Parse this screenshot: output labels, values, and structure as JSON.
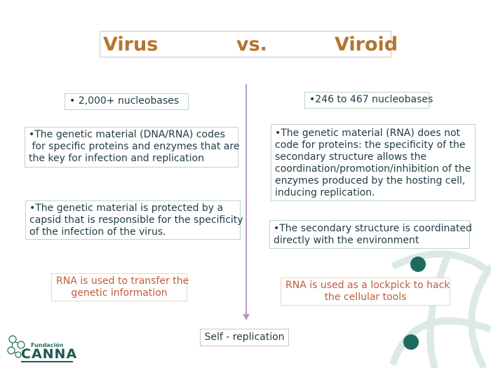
{
  "title": {
    "left": "Virus",
    "middle": "vs.",
    "right": "Viroid"
  },
  "virus": {
    "nucleobases": "• 2,000+ nucleobases",
    "genetic_material": "•The genetic material (DNA/RNA) codes\n for specific proteins and enzymes that are\nthe key for infection and replication",
    "protection": "•The genetic material is protected by a\ncapsid that is responsible for the specificity\nof the infection of the virus.",
    "rna_use": "RNA is used to transfer the\ngenetic information"
  },
  "viroid": {
    "nucleobases": "•246 to 467 nucleobases",
    "genetic_material": "•The genetic material (RNA) does not\ncode for proteins: the specificity of the\nsecondary structure allows the\ncoordination/promotion/inhibition of the\nenzymes produced by the hosting cell,\ninducing replication.",
    "secondary_structure": "•The secondary structure is coordinated\ndirectly with the environment",
    "rna_use": "RNA is used as a lockpick to hack\nthe cellular tools"
  },
  "shared": {
    "self_replication": "Self - replication"
  },
  "logo": {
    "foundation": "Fundación",
    "name": "CANNA",
    "icon": "molecule-icon"
  },
  "colors": {
    "title": "#b5742f",
    "divider": "#b49ac7",
    "box_border": "#b9d7c9",
    "rna_text": "#bf5b3a",
    "decoration": "#1d6b5f"
  }
}
